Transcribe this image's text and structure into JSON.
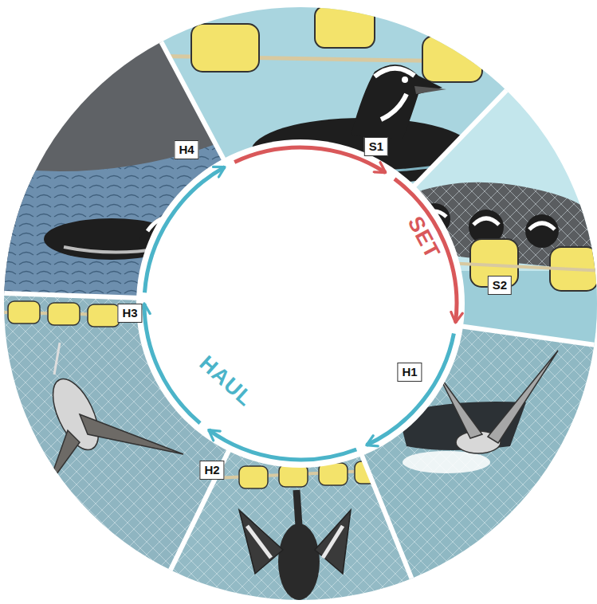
{
  "diagram": {
    "nodes": [
      {
        "text": [
          "S1"
        ]
      },
      {
        "text": [
          "S2"
        ]
      },
      {
        "text": [
          "H1"
        ]
      },
      {
        "text": [
          "H2"
        ]
      },
      {
        "text": [
          "H3"
        ]
      },
      {
        "text": [
          "H4"
        ]
      }
    ],
    "labels": [
      "SET",
      "HAUL"
    ]
  }
}
